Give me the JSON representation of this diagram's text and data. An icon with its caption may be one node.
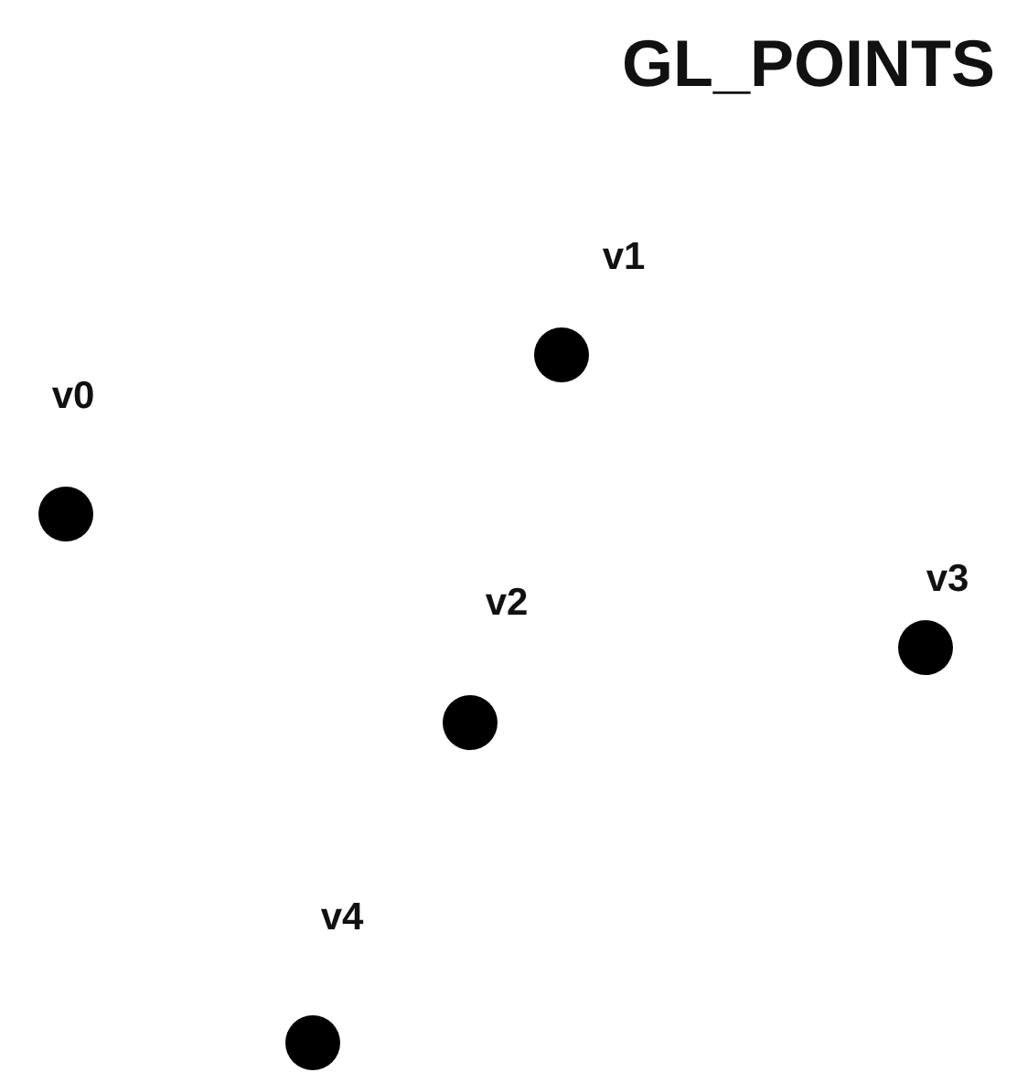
{
  "diagram": {
    "title": "GL_POINTS",
    "nodes": [
      {
        "text": [],
        "shape": "circle",
        "beside": [
          "v0"
        ]
      },
      {
        "text": [],
        "shape": "circle",
        "beside": [
          "v1"
        ]
      },
      {
        "text": [],
        "shape": "circle",
        "beside": [
          "v2"
        ]
      },
      {
        "text": [],
        "shape": "circle",
        "beside": [
          "v3"
        ]
      },
      {
        "text": [],
        "shape": "circle",
        "beside": [
          "v4"
        ]
      }
    ]
  }
}
